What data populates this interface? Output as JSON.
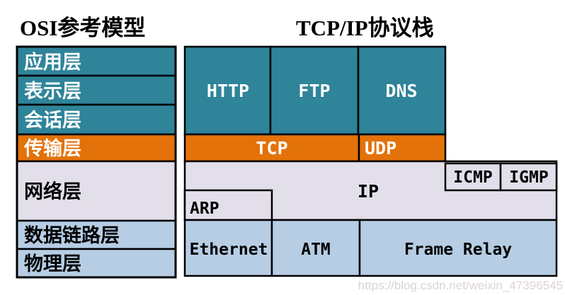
{
  "titles": {
    "osi": "OSI参考模型",
    "tcpip": "TCP/IP协议栈"
  },
  "osi_layers": {
    "application": "应用层",
    "presentation": "表示层",
    "session": "会话层",
    "transport": "传输层",
    "network": "网络层",
    "datalink": "数据链路层",
    "physical": "物理层"
  },
  "protocols": {
    "http": "HTTP",
    "ftp": "FTP",
    "dns": "DNS",
    "tcp": "TCP",
    "udp": "UDP",
    "ip": "IP",
    "icmp": "ICMP",
    "igmp": "IGMP",
    "arp": "ARP",
    "ethernet": "Ethernet",
    "atm": "ATM",
    "frame_relay": "Frame Relay"
  },
  "watermark": "https://blog.csdn.net/weixin_47396545",
  "colors": {
    "teal": "#2F8499",
    "orange": "#E3720A",
    "lavender": "#E3DFEA",
    "light_blue": "#B6CDE4",
    "border": "#000000",
    "white_text": "#FFFFFF",
    "black_text": "#000000",
    "watermark": "#DBD3D6"
  }
}
